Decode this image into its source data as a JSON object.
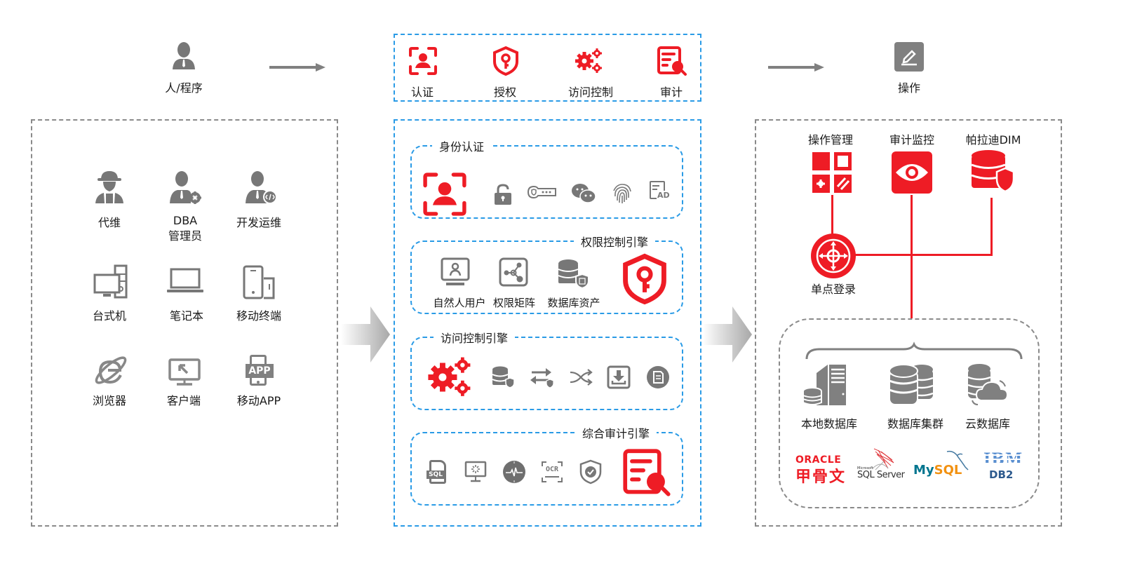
{
  "top_flow": {
    "actor_label": "人/程序",
    "operation_label": "操作",
    "controls": [
      {
        "label": "认证",
        "icon": "face-recognition-icon"
      },
      {
        "label": "授权",
        "icon": "shield-key-icon"
      },
      {
        "label": "访问控制",
        "icon": "gears-icon"
      },
      {
        "label": "审计",
        "icon": "document-search-icon"
      }
    ]
  },
  "left_panel": {
    "users": [
      {
        "label": "代维",
        "icon": "worker-icon"
      },
      {
        "label": "DBA",
        "label2": "管理员",
        "icon": "dba-admin-icon"
      },
      {
        "label": "开发运维",
        "icon": "devops-icon"
      }
    ],
    "devices": [
      {
        "label": "台式机",
        "icon": "desktop-icon"
      },
      {
        "label": "笔记本",
        "icon": "laptop-icon"
      },
      {
        "label": "移动终端",
        "icon": "mobile-terminal-icon"
      }
    ],
    "clients": [
      {
        "label": "浏览器",
        "icon": "browser-icon"
      },
      {
        "label": "客户端",
        "icon": "client-icon"
      },
      {
        "label": "移动APP",
        "icon": "mobile-app-icon",
        "badge": "APP"
      }
    ]
  },
  "middle_panel": {
    "identity": {
      "title": "身份认证",
      "icons": [
        "face-recognition-icon",
        "lock-icon",
        "key-token-icon",
        "wechat-icon",
        "fingerprint-icon",
        "ad-icon"
      ],
      "ad_text": "AD"
    },
    "permission": {
      "title": "权限控制引擎",
      "items": [
        {
          "label": "自然人用户",
          "icon": "natural-user-icon"
        },
        {
          "label": "权限矩阵",
          "icon": "permission-matrix-icon"
        },
        {
          "label": "数据库资产",
          "icon": "database-asset-icon"
        }
      ]
    },
    "access": {
      "title": "访问控制引擎",
      "icons": [
        "gears-icon",
        "database-shield-icon",
        "transfer-shield-icon",
        "shuffle-icon",
        "download-icon",
        "document-icon"
      ]
    },
    "audit": {
      "title": "综合审计引擎",
      "icons": [
        "sql-file-icon",
        "screen-loading-icon",
        "monitor-pulse-icon",
        "ocr-icon",
        "shield-check-icon",
        "document-search-icon"
      ],
      "sql_text": "SQL",
      "ocr_text": "OCR"
    }
  },
  "right_panel": {
    "modules": [
      {
        "label": "操作管理",
        "icon": "operation-management-icon"
      },
      {
        "label": "审计监控",
        "icon": "eye-monitor-icon"
      },
      {
        "label": "帕拉迪DIM",
        "icon": "database-shield-icon"
      }
    ],
    "sso_label": "单点登录",
    "databases": [
      {
        "label": "本地数据库",
        "icon": "local-database-icon"
      },
      {
        "label": "数据库集群",
        "icon": "database-cluster-icon"
      },
      {
        "label": "云数据库",
        "icon": "cloud-database-icon"
      }
    ],
    "vendors": {
      "oracle_en": "ORACLE",
      "oracle_cn": "甲骨文",
      "sqlserver_small": "Microsoft",
      "sqlserver": "SQL Server",
      "mysql_a": "My",
      "mysql_b": "SQL",
      "ibm": "IBM",
      "db2": "DB2"
    }
  },
  "colors": {
    "red": "#ee1c25",
    "gray_icon": "#777777",
    "blue_dash": "#2a9be6",
    "gray_dash": "#8a8a8a"
  }
}
